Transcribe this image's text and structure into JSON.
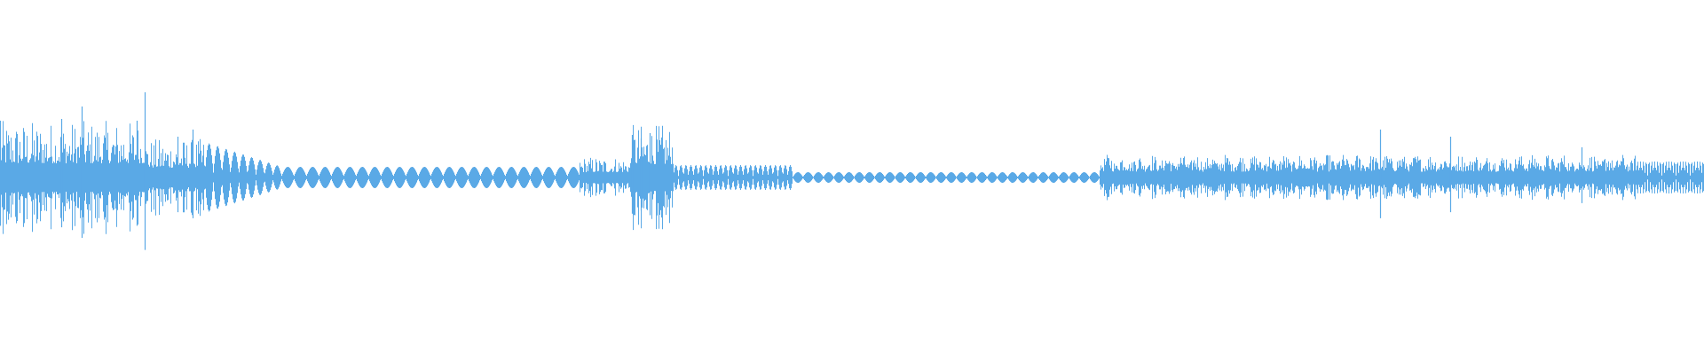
{
  "waveform": {
    "color": "#5aa9e6",
    "background": "#ffffff",
    "segments": [
      {
        "start": 0.0,
        "end": 0.085,
        "amp": 0.32,
        "pattern": "noise-spiky"
      },
      {
        "start": 0.085,
        "end": 0.12,
        "amp": 0.22,
        "pattern": "noise-spiky"
      },
      {
        "start": 0.12,
        "end": 0.165,
        "amp": 0.2,
        "pattern": "pulses-decay"
      },
      {
        "start": 0.165,
        "end": 0.34,
        "amp": 0.06,
        "pattern": "pulses-small"
      },
      {
        "start": 0.34,
        "end": 0.37,
        "amp": 0.12,
        "pattern": "noise-spiky"
      },
      {
        "start": 0.37,
        "end": 0.395,
        "amp": 0.3,
        "pattern": "noise-spiky"
      },
      {
        "start": 0.395,
        "end": 0.465,
        "amp": 0.07,
        "pattern": "pulses-small"
      },
      {
        "start": 0.465,
        "end": 0.645,
        "amp": 0.03,
        "pattern": "pulses-tiny"
      },
      {
        "start": 0.645,
        "end": 0.96,
        "amp": 0.18,
        "pattern": "noise-dense"
      },
      {
        "start": 0.96,
        "end": 1.0,
        "amp": 0.09,
        "pattern": "pulses-small"
      }
    ],
    "spikes": [
      {
        "pos": 0.0,
        "amp": 0.32
      },
      {
        "pos": 0.036,
        "amp": 0.33
      },
      {
        "pos": 0.048,
        "amp": 0.4
      },
      {
        "pos": 0.08,
        "amp": 0.32
      },
      {
        "pos": 0.085,
        "amp": 0.48
      },
      {
        "pos": 0.104,
        "amp": 0.23
      },
      {
        "pos": 0.113,
        "amp": 0.27
      },
      {
        "pos": 0.371,
        "amp": 0.24
      },
      {
        "pos": 0.376,
        "amp": 0.22
      },
      {
        "pos": 0.381,
        "amp": 0.25
      },
      {
        "pos": 0.81,
        "amp": 0.27
      },
      {
        "pos": 0.851,
        "amp": 0.23
      },
      {
        "pos": 0.928,
        "amp": 0.17
      }
    ]
  }
}
